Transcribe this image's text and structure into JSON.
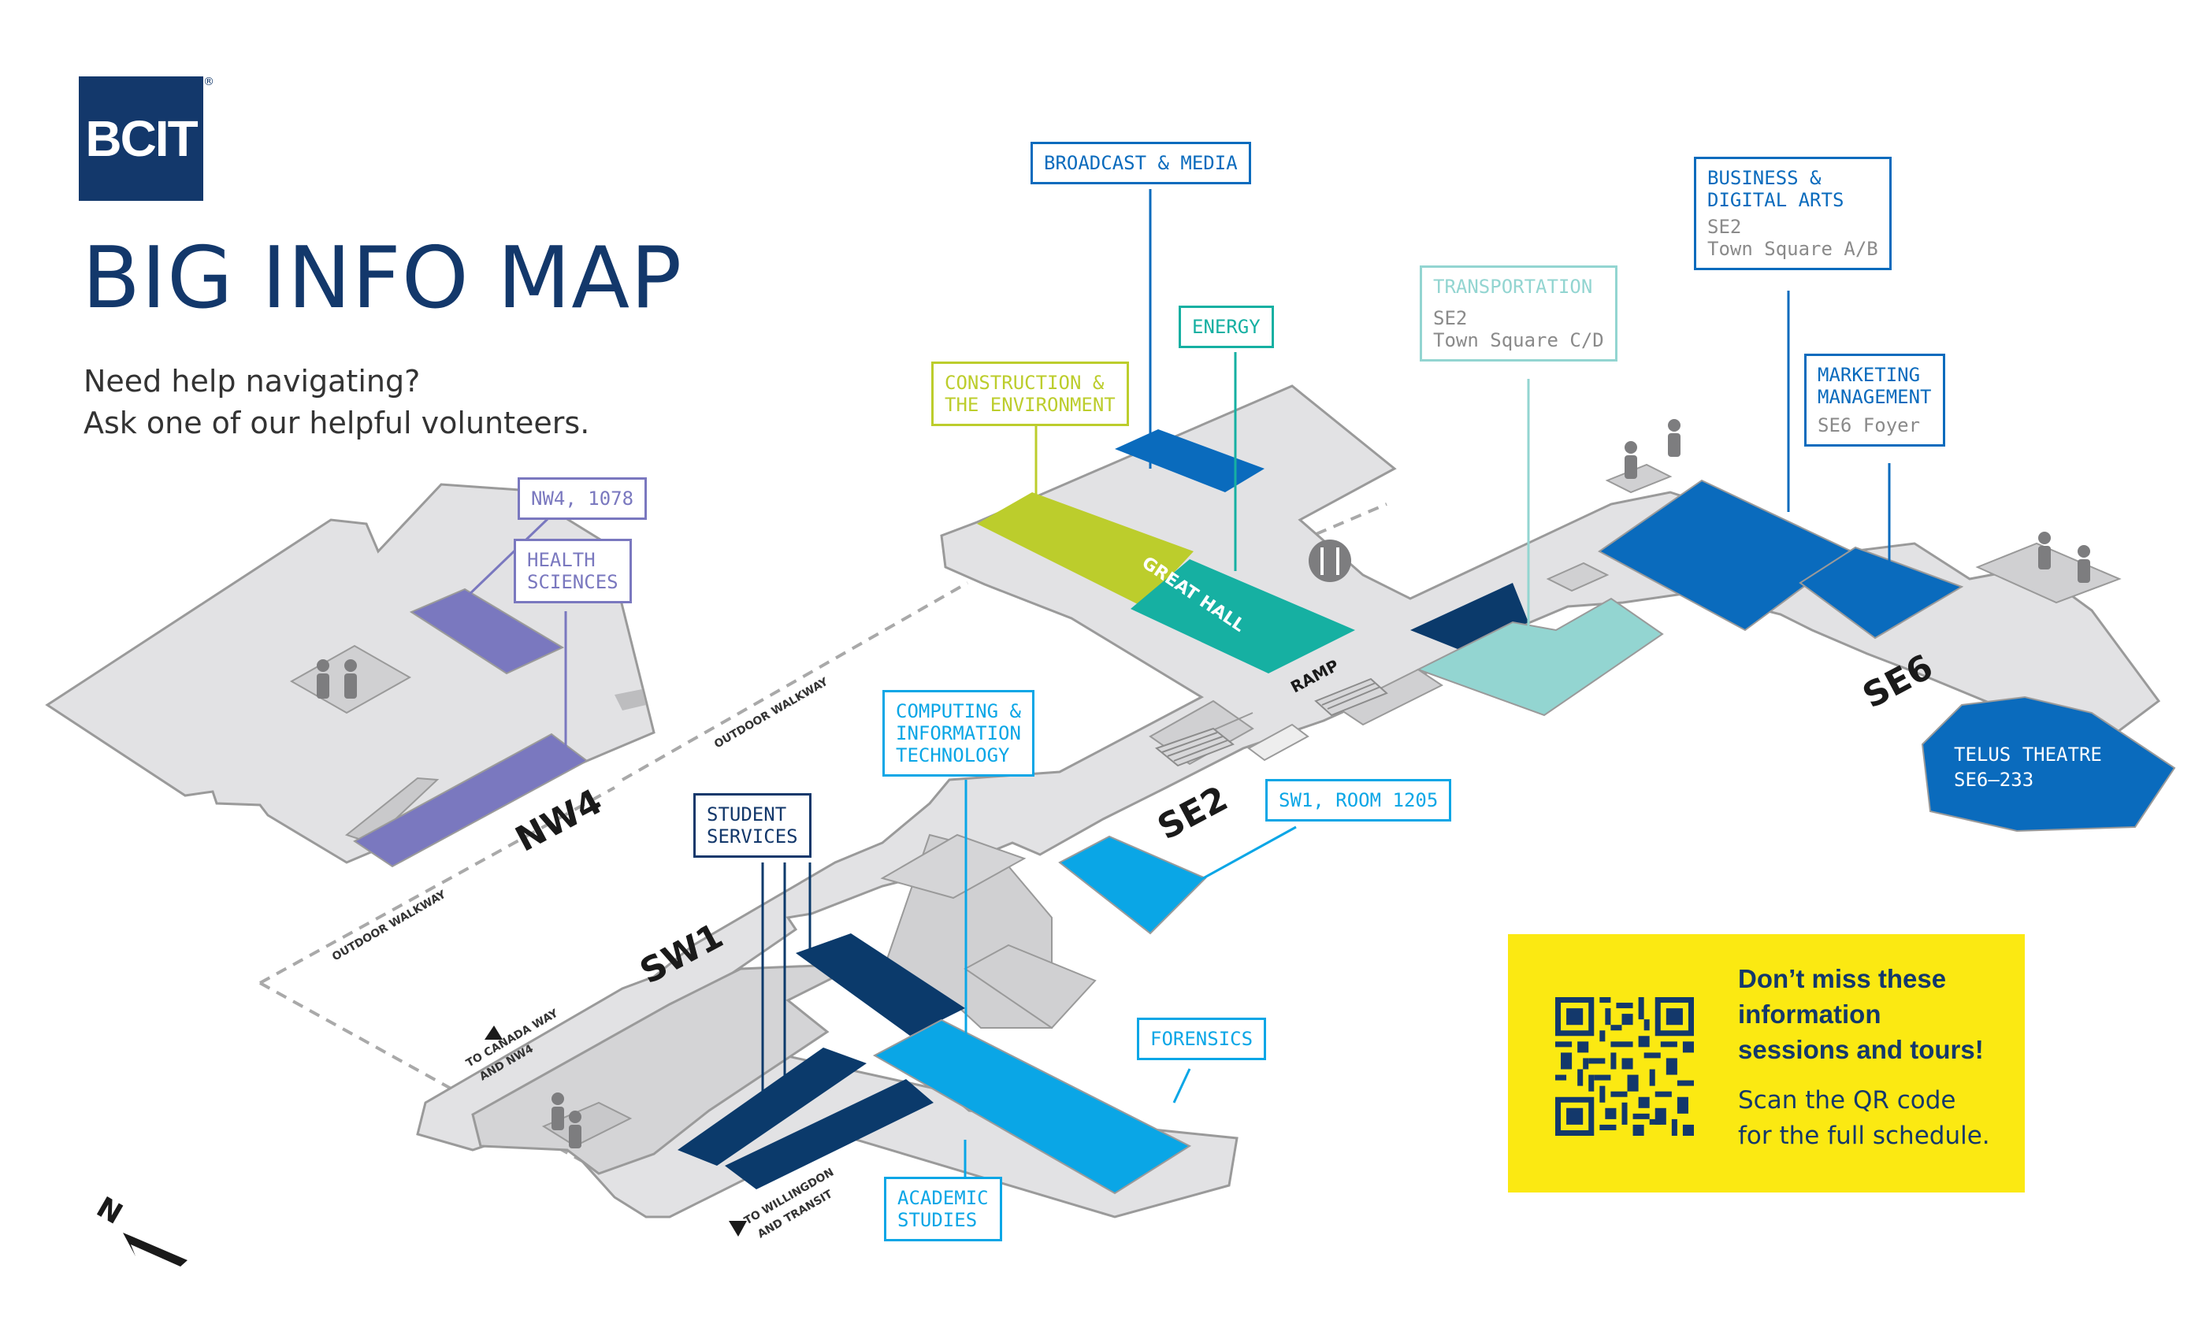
{
  "logo": {
    "text": "BCIT",
    "mark": "®"
  },
  "title": "BIG INFO MAP",
  "subtitle_line1": "Need help navigating?",
  "subtitle_line2": "Ask one of our helpful volunteers.",
  "buildings": {
    "nw4": "NW4",
    "sw1": "SW1",
    "se2": "SE2",
    "se6": "SE6"
  },
  "map_text": {
    "great_hall": "GREAT HALL",
    "ramp": "RAMP",
    "outdoor_walkway": "OUTDOOR WALKWAY",
    "to_canada_way_1": "TO CANADA WAY",
    "to_canada_way_2": "AND NW4",
    "to_willingdon_1": "TO WILLINGDON",
    "to_willingdon_2": "AND TRANSIT",
    "north": "N"
  },
  "labels": {
    "broadcast": {
      "l1": "BROADCAST & MEDIA"
    },
    "energy": {
      "l1": "ENERGY"
    },
    "construction": {
      "l1": "CONSTRUCTION &",
      "l2": "THE ENVIRONMENT"
    },
    "transportation": {
      "l1": "TRANSPORTATION",
      "sub1": "SE2",
      "sub2": "Town Square C/D"
    },
    "business": {
      "l1": "BUSINESS &",
      "l2": "DIGITAL ARTS",
      "sub1": "SE2",
      "sub2": "Town Square A/B"
    },
    "marketing": {
      "l1": "MARKETING",
      "l2": "MANAGEMENT",
      "sub1": "SE6 Foyer"
    },
    "nw4_room": {
      "l1": "NW4, 1078"
    },
    "health": {
      "l1": "HEALTH",
      "l2": "SCIENCES"
    },
    "student": {
      "l1": "STUDENT",
      "l2": "SERVICES"
    },
    "computing": {
      "l1": "COMPUTING &",
      "l2": "INFORMATION",
      "l3": "TECHNOLOGY"
    },
    "sw1_room": {
      "l1": "SW1, ROOM 1205"
    },
    "forensics": {
      "l1": "FORENSICS"
    },
    "academic": {
      "l1": "ACADEMIC",
      "l2": "STUDIES"
    },
    "telus": {
      "l1": "TELUS THEATRE",
      "l2": "SE6–233"
    }
  },
  "promo": {
    "heading_1": "Don’t miss these",
    "heading_2": "information",
    "heading_3": "sessions and tours!",
    "text_1": "Scan the QR code",
    "text_2": "for the full schedule."
  },
  "colors": {
    "navy": "#13386b",
    "dark_navy": "#0b3a6b",
    "blue": "#0a6bbd",
    "sky": "#0aa6e6",
    "teal": "#16b0a2",
    "lime": "#bccd2c",
    "light_teal": "#93d5d1",
    "purple": "#7a78bf",
    "floor": "#e2e2e4",
    "floor_dark": "#d0d0d2",
    "promo": "#fbe912"
  }
}
